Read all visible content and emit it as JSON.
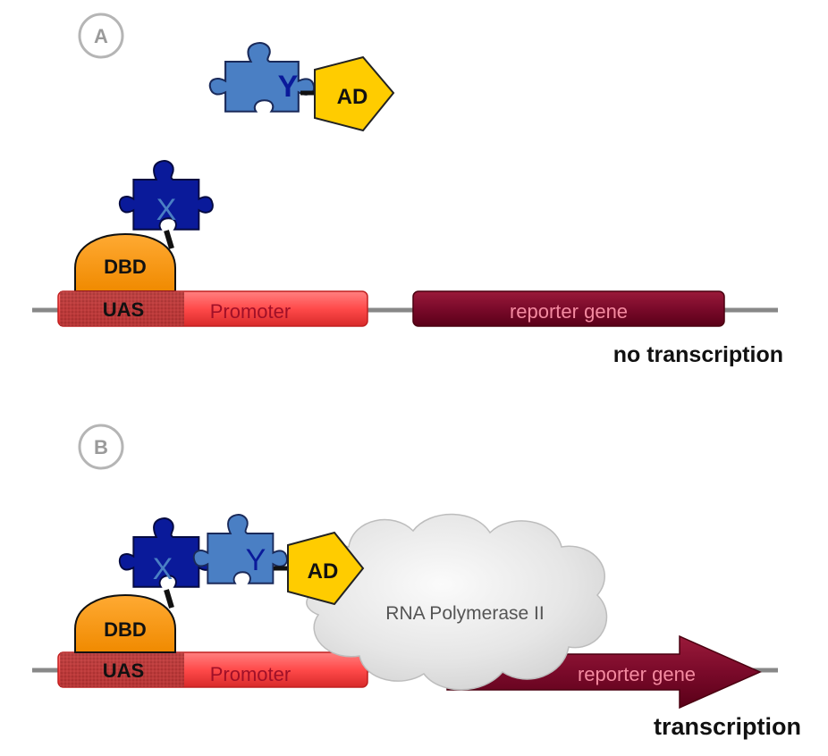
{
  "panel_a": {
    "label": "A",
    "protein_y": "Y",
    "protein_x": "X",
    "activation_domain": "AD",
    "binding_domain": "DBD",
    "uas": "UAS",
    "promoter": "Promoter",
    "reporter": "reporter gene",
    "status": "no transcription"
  },
  "panel_b": {
    "label": "B",
    "protein_x": "X",
    "protein_y": "Y",
    "activation_domain": "AD",
    "binding_domain": "DBD",
    "uas": "UAS",
    "promoter": "Promoter",
    "polymerase": "RNA Polymerase II",
    "reporter": "reporter gene",
    "status": "transcription"
  },
  "colors": {
    "dna_line": "#888888",
    "promoter": "#ff5555",
    "uas": "#aa3333",
    "reporter": "#7a0a2a",
    "reporter_text": "#f48aa0",
    "promoter_text": "#a01028",
    "dbd": "#ff9500",
    "ad": "#ffcc00",
    "protein_x": "#0a1a9a",
    "protein_y": "#4a7fc4",
    "cloud": "#e4e4e4"
  }
}
